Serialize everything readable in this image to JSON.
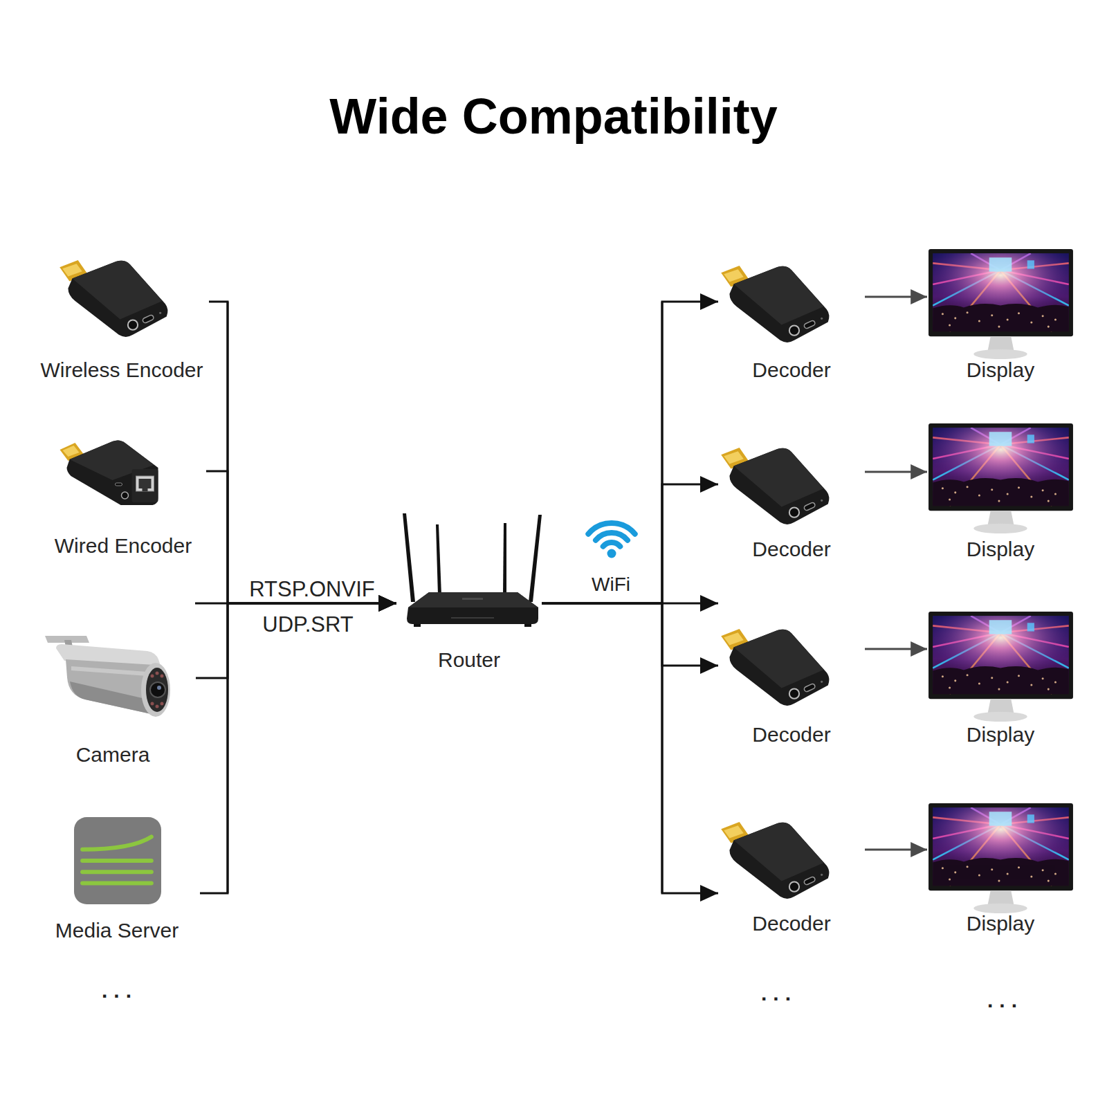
{
  "diagram": {
    "title": "Wide Compatibility",
    "nodes": [
      {
        "text": [
          "Wireless Encoder"
        ]
      },
      {
        "text": [
          "Wired Encoder"
        ]
      },
      {
        "text": [
          "Camera"
        ]
      },
      {
        "text": [
          "Media Server"
        ]
      },
      {
        "text": [
          "Router"
        ]
      },
      {
        "text": [
          "Decoder"
        ]
      },
      {
        "text": [
          "Decoder"
        ]
      },
      {
        "text": [
          "Decoder"
        ]
      },
      {
        "text": [
          "Decoder"
        ]
      },
      {
        "text": [
          "Display"
        ]
      },
      {
        "text": [
          "Display"
        ]
      },
      {
        "text": [
          "Display"
        ]
      },
      {
        "text": [
          "Display"
        ]
      }
    ],
    "edges": [
      {
        "from": 0,
        "to": 4,
        "arrow": "to"
      },
      {
        "from": 1,
        "to": 4,
        "arrow": "to"
      },
      {
        "from": 2,
        "to": 4,
        "arrow": "to"
      },
      {
        "from": 3,
        "to": 4,
        "arrow": "to"
      },
      {
        "from": 4,
        "to": 5,
        "arrow": "to"
      },
      {
        "from": 4,
        "to": 6,
        "arrow": "to"
      },
      {
        "from": 4,
        "to": 7,
        "arrow": "to"
      },
      {
        "from": 4,
        "to": 8,
        "arrow": "to"
      },
      {
        "from": 5,
        "to": 9,
        "arrow": "to"
      },
      {
        "from": 6,
        "to": 10,
        "arrow": "to"
      },
      {
        "from": 7,
        "to": 11,
        "arrow": "to"
      },
      {
        "from": 8,
        "to": 12,
        "arrow": "to"
      }
    ],
    "labels": [
      "RTSP.ONVIF",
      "UDP.SRT",
      "WiFi",
      "...",
      "...",
      "..."
    ]
  }
}
